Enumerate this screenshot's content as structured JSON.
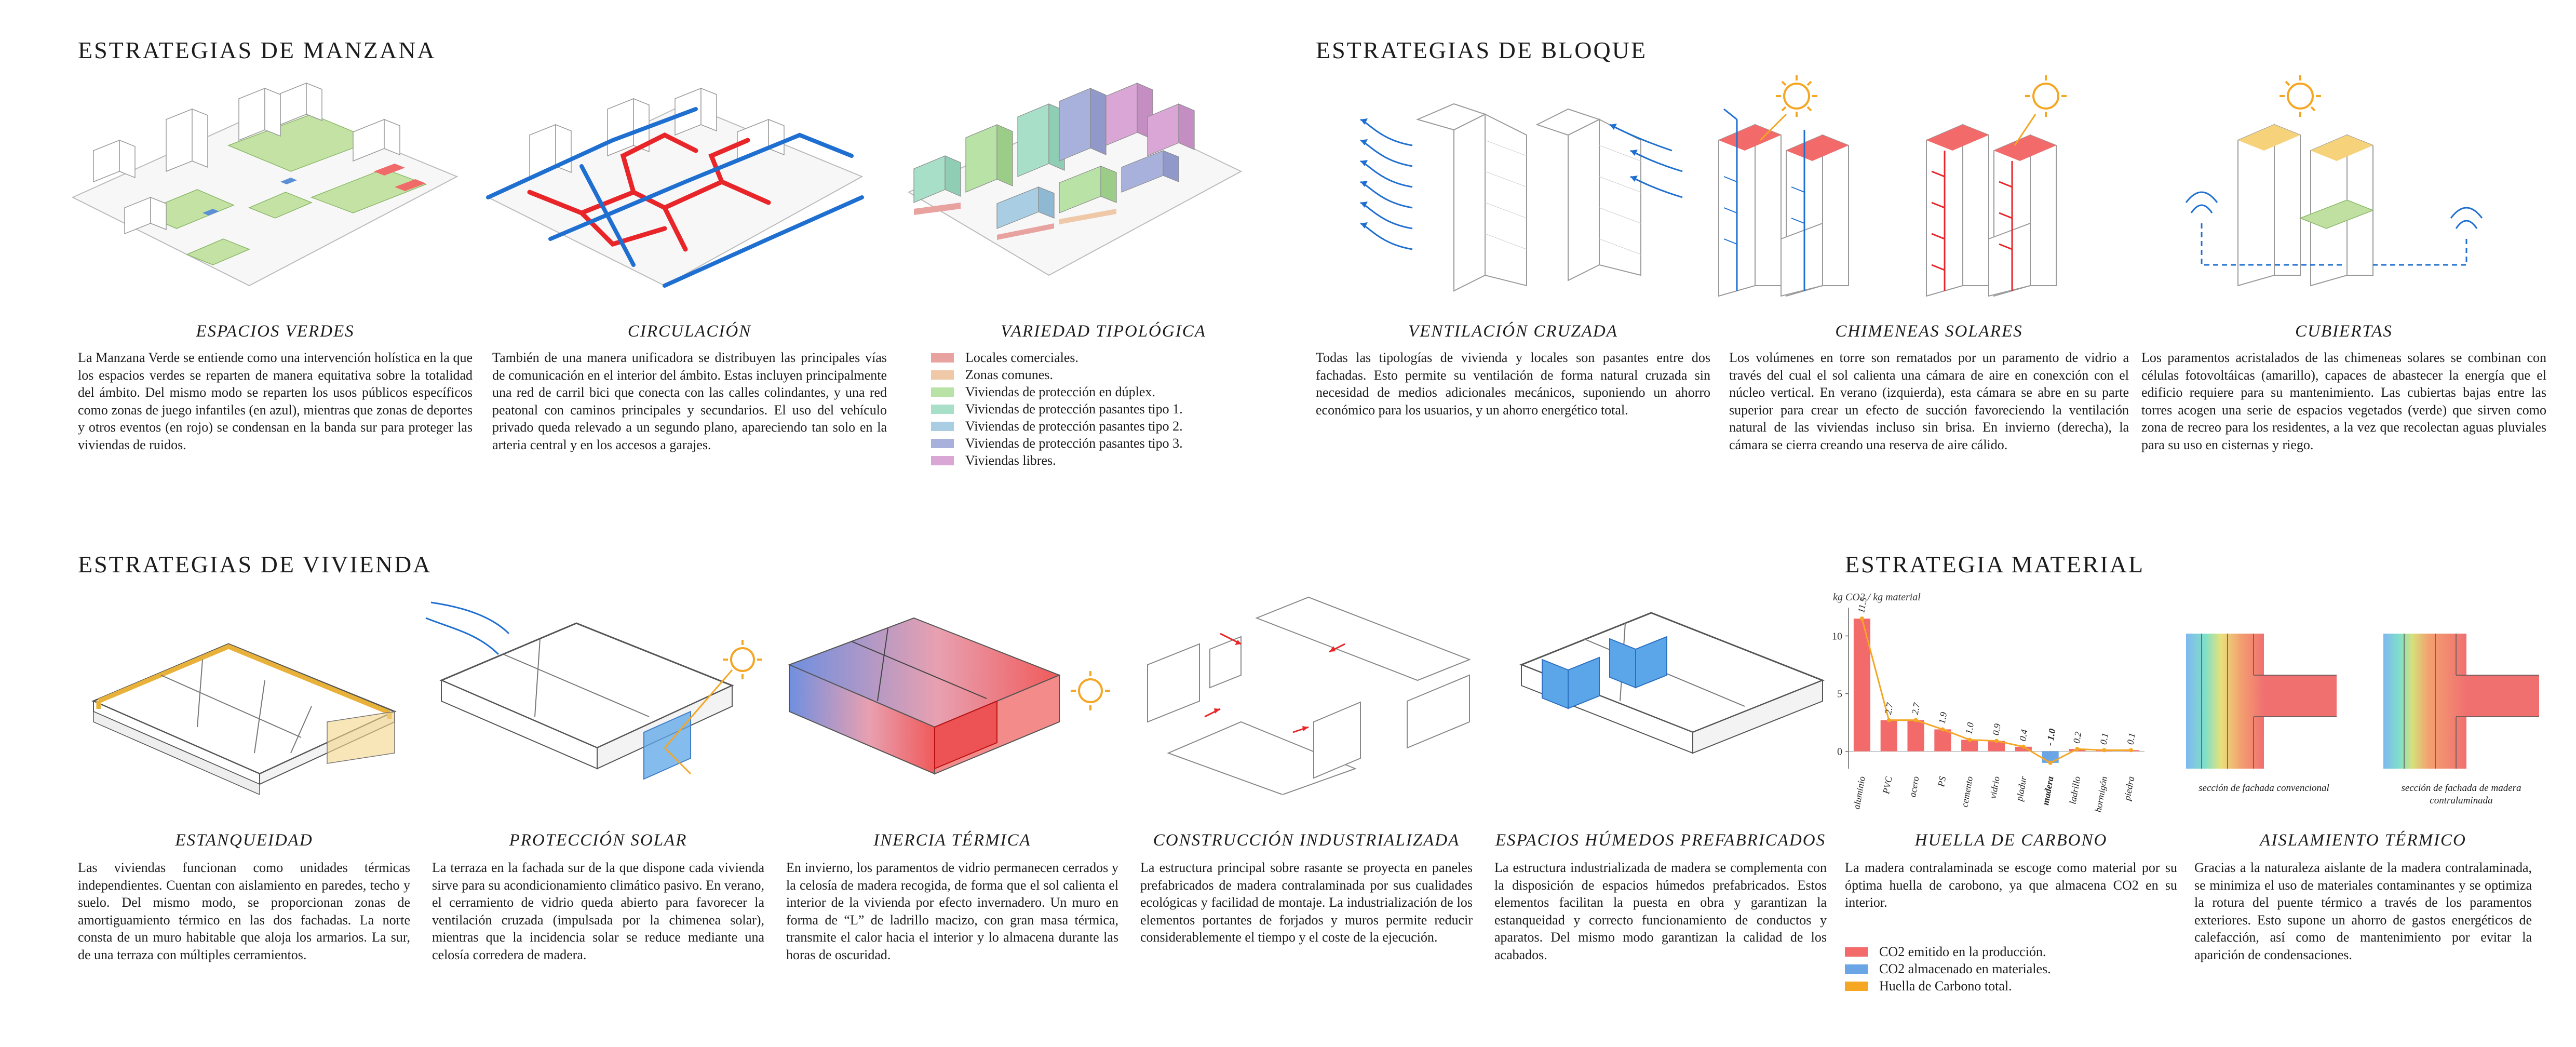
{
  "sections": {
    "manzana": "ESTRATEGIAS DE  MANZANA",
    "bloque": "ESTRATEGIAS DE  BLOQUE",
    "vivienda": "ESTRATEGIAS DE  VIVIENDA",
    "material": "ESTRATEGIA  MATERIAL"
  },
  "manzana": {
    "espacios_verdes": {
      "caption": "ESPACIOS VERDES",
      "text": "La Manzana Verde se entiende como una intervención holística en la que los espacios verdes se reparten de manera equitativa sobre la totalidad del ámbito. Del mismo modo se reparten los usos públicos específicos como zonas de juego infantiles (en azul), mientras que zonas de deportes y otros eventos (en rojo) se condensan en la banda sur para proteger las viviendas de ruidos."
    },
    "circulacion": {
      "caption": "CIRCULACIÓN",
      "text": "También de una manera unificadora se distribuyen las principales vías de comunicación en el interior del ámbito. Estas incluyen principalmente una red de carril bici que conecta con las calles colindantes, y una red peatonal con caminos principales y secundarios. El uso del vehículo privado queda relevado a un segundo plano, apareciendo tan solo en la arteria central y en los accesos a garajes."
    },
    "variedad": {
      "caption": "VARIEDAD TIPOLÓGICA",
      "legend": [
        {
          "label": "Locales comerciales.",
          "color": "#e8a3a0"
        },
        {
          "label": "Zonas comunes.",
          "color": "#efc8a8"
        },
        {
          "label": "Viviendas de protección en dúplex.",
          "color": "#b9e2a6"
        },
        {
          "label": "Viviendas de protección pasantes tipo 1.",
          "color": "#a8dfc9"
        },
        {
          "label": "Viviendas de protección pasantes tipo 2.",
          "color": "#a9cde2"
        },
        {
          "label": "Viviendas de protección pasantes tipo 3.",
          "color": "#a8b1dc"
        },
        {
          "label": "Viviendas libres.",
          "color": "#d9a6d6"
        }
      ]
    }
  },
  "bloque": {
    "ventilacion": {
      "caption": "VENTILACIÓN CRUZADA",
      "text": "Todas las tipologías de vivienda y locales son pasantes entre dos fachadas. Esto permite su ventilación de forma natural cruzada sin necesidad de medios adicionales mecánicos, suponiendo un ahorro económico para los usuarios, y un ahorro energético total."
    },
    "chimeneas": {
      "caption": "CHIMENEAS SOLARES",
      "text": "Los volúmenes en torre son rematados por un paramento de vidrio a través del cual el sol calienta una cámara de aire en conexción con el núcleo vertical. En verano (izquierda), esta cámara se abre en su parte superior para crear un efecto de succión favoreciendo la ventilación natural de las viviendas incluso sin brisa.  En invierno (derecha), la cámara se cierra creando una reserva de aire cálido."
    },
    "cubiertas": {
      "caption": "CUBIERTAS",
      "text": "Los paramentos acristalados de las chimeneas solares se combinan con células fotovoltáicas (amarillo), capaces de abastecer la energía que el edificio requiere para su mantenimiento. Las cubiertas bajas entre las torres acogen una serie de espacios vegetados (verde) que sirven como zona de recreo para los residentes, a la vez que recolectan aguas pluviales para su uso en cisternas y riego."
    }
  },
  "vivienda": {
    "estanqueidad": {
      "caption": "ESTANQUEIDAD",
      "text": "Las viviendas funcionan como unidades térmicas independientes. Cuentan con aislamiento en paredes, techo y suelo. Del mismo modo, se proporcionan zonas de amortiguamiento térmico en las dos fachadas. La norte consta de un muro habitable que aloja los armarios. La sur, de una terraza con múltiples cerramientos."
    },
    "proteccion": {
      "caption": "PROTECCIÓN SOLAR",
      "text": "La terraza en la fachada sur de la que dispone cada vivienda sirve para su acondicionamiento climático pasivo. En verano, el cerramiento de vidrio queda abierto para favorecer la ventilación cruzada (impulsada por la chimenea solar), mientras que la incidencia solar se reduce mediante una celosía corredera de madera."
    },
    "inercia": {
      "caption": "INERCIA TÉRMICA",
      "text": "En invierno, los paramentos de vidrio permanecen cerrados y la celosía de madera recogida, de forma que el sol calienta el interior de la vivienda por efecto invernadero. Un muro en forma de “L” de ladrillo macizo, con gran masa térmica, transmite el calor hacia el interior y lo almacena durante las horas de oscuridad."
    },
    "construccion": {
      "caption": "CONSTRUCCIÓN INDUSTRIALIZADA",
      "text": "La estructura principal sobre rasante se proyecta en paneles prefabricados de madera contralaminada por sus cualidades ecológicas y facilidad de montaje. La industrialización de los elementos portantes de forjados y muros permite reducir considerablemente el tiempo y el coste de la ejecución."
    },
    "humedos": {
      "caption": "ESPACIOS HÚMEDOS PREFABRICADOS",
      "text": "La estructura industrializada de madera se complementa con la disposición de espacios húmedos prefabricados. Estos elementos facilitan la puesta en obra y garantizan la estanqueidad y correcto funcionamiento de conductos y aparatos. Del mismo modo garantizan la calidad de los acabados."
    }
  },
  "material": {
    "huella": {
      "caption": "HUELLA DE CARBONO",
      "text": "La madera contralaminada se escoge como material por su óptima huella de carobono, ya que almacena CO2 en su interior.",
      "legend": [
        {
          "label": "CO2 emitido en la producción.",
          "color": "#f26a6a"
        },
        {
          "label": "CO2 almacenado en materiales.",
          "color": "#6aa6e6"
        },
        {
          "label": "Huella de Carbono total.",
          "color": "#f5a623"
        }
      ]
    },
    "aislamiento": {
      "caption": "AISLAMIENTO TÉRMICO",
      "text": "Gracias a la naturaleza aislante de la madera contralaminada, se minimiza el uso de materiales contaminantes y se optimiza la rotura del puente térmico a través de los paramentos exteriores. Esto supone un ahorro de gastos energéticos de calefacción, así como de mantenimiento por evitar la aparición de condensaciones.",
      "label_left": "sección de fachada convencional",
      "label_right": "sección de fachada de madera contralaminada"
    }
  },
  "chart_data": {
    "type": "bar",
    "title": "",
    "ylabel": "kg CO2 / kg material",
    "ylim": [
      -1.5,
      12
    ],
    "yticks": [
      0,
      5,
      10
    ],
    "categories": [
      "aluminio",
      "PVC",
      "acero",
      "PS",
      "cemento",
      "vidrio",
      "pladur",
      "madera",
      "ladrillo",
      "hormigón",
      "piedra"
    ],
    "emphasis": "madera",
    "labels": [
      "11.5",
      "2.7",
      "2.7",
      "1.9",
      "1.0",
      "0.9",
      "0.4",
      "- 1.0",
      "0.2",
      "0.1",
      "0.1"
    ],
    "series": [
      {
        "values": [
          11.5,
          2.7,
          2.7,
          1.9,
          1.0,
          0.9,
          0.4,
          -1.0,
          0.2,
          0.1,
          0.1
        ]
      }
    ],
    "colors": {
      "positive": "#f26a6a",
      "negative": "#6aa6e6",
      "line": "#f5a623"
    }
  }
}
